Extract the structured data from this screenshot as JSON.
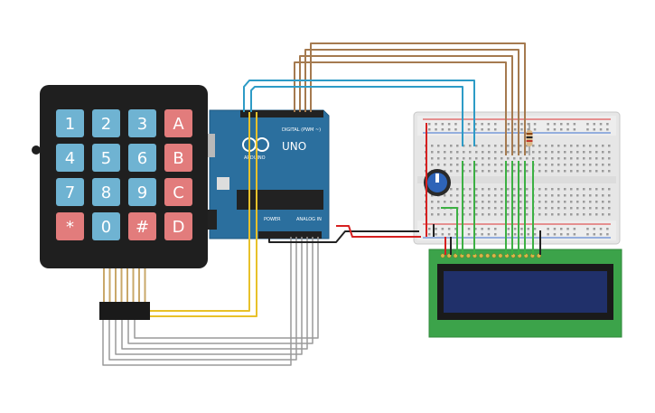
{
  "canvas": {
    "background": "#ffffff"
  },
  "keypad": {
    "keys": [
      {
        "label": "1",
        "kind": "digit"
      },
      {
        "label": "2",
        "kind": "digit"
      },
      {
        "label": "3",
        "kind": "digit"
      },
      {
        "label": "A",
        "kind": "letter"
      },
      {
        "label": "4",
        "kind": "digit"
      },
      {
        "label": "5",
        "kind": "digit"
      },
      {
        "label": "6",
        "kind": "digit"
      },
      {
        "label": "B",
        "kind": "letter"
      },
      {
        "label": "7",
        "kind": "digit"
      },
      {
        "label": "8",
        "kind": "digit"
      },
      {
        "label": "9",
        "kind": "digit"
      },
      {
        "label": "C",
        "kind": "letter"
      },
      {
        "label": "*",
        "kind": "letter"
      },
      {
        "label": "0",
        "kind": "digit"
      },
      {
        "label": "#",
        "kind": "letter"
      },
      {
        "label": "D",
        "kind": "letter"
      }
    ],
    "colors": {
      "body": "#1f1f1f",
      "digit_key": "#6fb3d2",
      "letter_key": "#e27c7c",
      "key_text": "#ffffff"
    }
  },
  "arduino": {
    "model_label": "UNO",
    "brand_label": "ARDUINO",
    "digital_label": "DIGITAL (PWM ~)",
    "power_label": "POWER",
    "analog_label": "ANALOG IN",
    "colors": {
      "board": "#2b6f9e",
      "chip": "#222222"
    }
  },
  "lcd": {
    "colors": {
      "pcb": "#3ca34a",
      "screen": "#20306a",
      "bezel": "#1a1a1a"
    }
  },
  "breadboard": {
    "colors": {
      "body": "#e9e9e9",
      "rail_red": "#d33",
      "rail_blue": "#3a6fcf"
    }
  },
  "wire_colors": {
    "brown": "#a57a4f",
    "blue": "#2d9bc6",
    "yellow": "#e8c12a",
    "gray": "#9a9a9a",
    "green": "#3cb043",
    "red": "#d62020",
    "black": "#222222"
  }
}
